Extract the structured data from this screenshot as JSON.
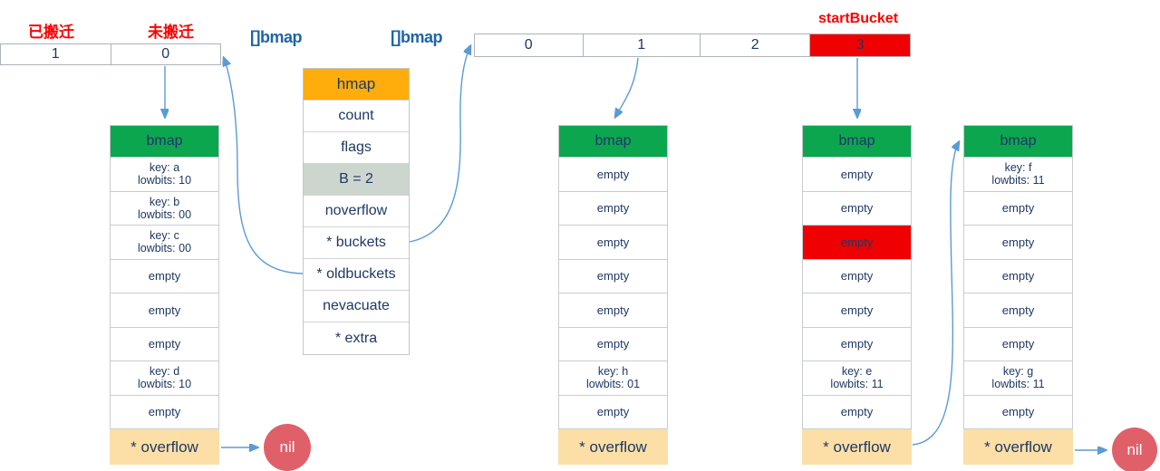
{
  "annotations": {
    "evacuated_label": "已搬迁",
    "not_evacuated_label": "未搬迁",
    "start_bucket_label": "startBucket",
    "old_slice_type_label": "[]bmap",
    "new_slice_type_label": "[]bmap"
  },
  "old_index_array": {
    "cells": [
      "1",
      "0"
    ]
  },
  "new_index_array": {
    "cells": [
      "0",
      "1",
      "2",
      "3"
    ],
    "highlighted_cell": "3"
  },
  "hmap_struct": {
    "title": "hmap",
    "fields": [
      "count",
      "flags",
      "B = 2",
      "noverflow",
      "* buckets",
      "* oldbuckets",
      "nevacuate",
      "* extra"
    ],
    "highlighted_field": "B = 2"
  },
  "buckets": [
    {
      "header": "bmap",
      "slots": [
        {
          "lines": [
            "key: a",
            "lowbits: 10"
          ]
        },
        {
          "lines": [
            "key: b",
            "lowbits: 00"
          ]
        },
        {
          "lines": [
            "key: c",
            "lowbits: 00"
          ]
        },
        {
          "lines": [
            "empty"
          ]
        },
        {
          "lines": [
            "empty"
          ]
        },
        {
          "lines": [
            "empty"
          ]
        },
        {
          "lines": [
            "key: d",
            "lowbits: 10"
          ]
        },
        {
          "lines": [
            "empty"
          ]
        }
      ],
      "overflow_label": "* overflow",
      "overflow_points_to": "nil"
    },
    {
      "header": "bmap",
      "slots": [
        {
          "lines": [
            "empty"
          ]
        },
        {
          "lines": [
            "empty"
          ]
        },
        {
          "lines": [
            "empty"
          ]
        },
        {
          "lines": [
            "empty"
          ]
        },
        {
          "lines": [
            "empty"
          ]
        },
        {
          "lines": [
            "empty"
          ]
        },
        {
          "lines": [
            "key: h",
            "lowbits: 01"
          ]
        },
        {
          "lines": [
            "empty"
          ]
        }
      ],
      "overflow_label": "* overflow",
      "overflow_points_to": ""
    },
    {
      "header": "bmap",
      "slots": [
        {
          "lines": [
            "empty"
          ]
        },
        {
          "lines": [
            "empty"
          ]
        },
        {
          "lines": [
            "empty"
          ],
          "highlight": true
        },
        {
          "lines": [
            "empty"
          ]
        },
        {
          "lines": [
            "empty"
          ]
        },
        {
          "lines": [
            "empty"
          ]
        },
        {
          "lines": [
            "key: e",
            "lowbits: 11"
          ]
        },
        {
          "lines": [
            "empty"
          ]
        }
      ],
      "overflow_label": "* overflow",
      "overflow_points_to": "overflow-bucket"
    },
    {
      "header": "bmap",
      "slots": [
        {
          "lines": [
            "key: f",
            "lowbits: 11"
          ]
        },
        {
          "lines": [
            "empty"
          ]
        },
        {
          "lines": [
            "empty"
          ]
        },
        {
          "lines": [
            "empty"
          ]
        },
        {
          "lines": [
            "empty"
          ]
        },
        {
          "lines": [
            "empty"
          ]
        },
        {
          "lines": [
            "key: g",
            "lowbits: 11"
          ]
        },
        {
          "lines": [
            "empty"
          ]
        }
      ],
      "overflow_label": "* overflow",
      "overflow_points_to": "nil"
    }
  ],
  "nil_nodes": [
    "nil",
    "nil"
  ],
  "colors": {
    "red_label": "#FE0000",
    "blue_label": "#1E64A8",
    "hmap_header_bg": "#FFAD0D",
    "b_field_bg": "#CDD6CE",
    "bmap_header_bg": "#0CA64F",
    "highlight_red_bg": "#EE0100",
    "overflow_bg": "#FBDFA6",
    "nil_circle_bg": "#E0606A",
    "arrow": "#5B9BD5",
    "text_dark": "#1F3864"
  }
}
